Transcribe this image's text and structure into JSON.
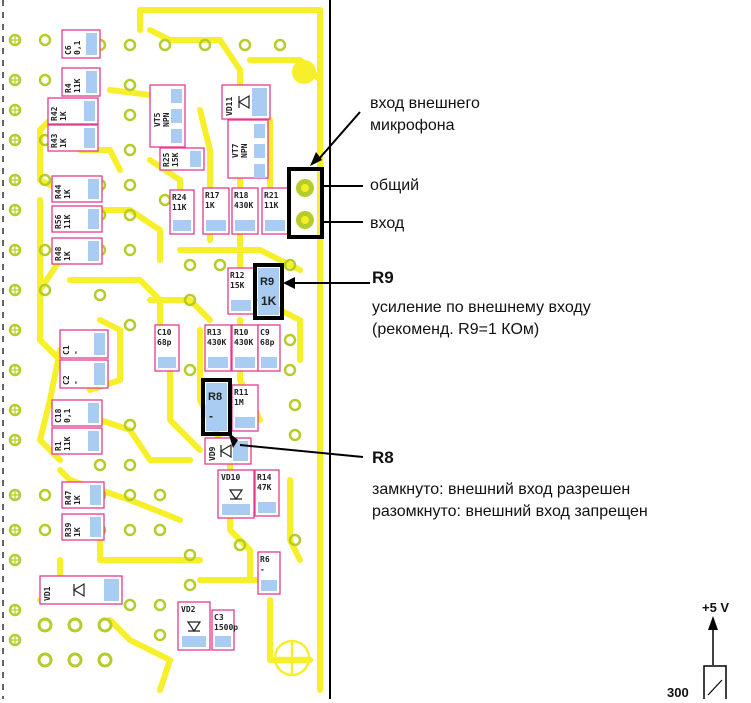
{
  "labels": {
    "ext_mic": [
      "вход внешнего",
      "микрофона"
    ],
    "common": "общий",
    "input": "вход",
    "r9_title": "R9",
    "r9_desc": [
      "усиление по внешнему входу",
      "(рекоменд. R9=1 КОм)"
    ],
    "r8_title": "R8",
    "r8_desc": [
      "замкнуто: внешний вход разрешен",
      "разомкнуто: внешний вход запрещен"
    ],
    "vcc": "+5 V",
    "r_bottom": "300"
  },
  "components": [
    {
      "name": "C6",
      "value": "0,1"
    },
    {
      "name": "R4",
      "value": "11K"
    },
    {
      "name": "R42",
      "value": "1K"
    },
    {
      "name": "R43",
      "value": "1K"
    },
    {
      "name": "VT5",
      "value": "NPN"
    },
    {
      "name": "VD11",
      "value": ""
    },
    {
      "name": "VT7",
      "value": "NPN"
    },
    {
      "name": "R25",
      "value": "15K"
    },
    {
      "name": "R44",
      "value": "1K"
    },
    {
      "name": "R24",
      "value": "11K"
    },
    {
      "name": "R17",
      "value": "1K"
    },
    {
      "name": "R18",
      "value": "430K"
    },
    {
      "name": "R21",
      "value": "11K"
    },
    {
      "name": "R56",
      "value": "11K"
    },
    {
      "name": "R48",
      "value": "1K"
    },
    {
      "name": "R12",
      "value": "15K"
    },
    {
      "name": "R9",
      "value": "1K"
    },
    {
      "name": "C10",
      "value": "68p"
    },
    {
      "name": "R13",
      "value": "430K"
    },
    {
      "name": "R10",
      "value": "430K"
    },
    {
      "name": "C9",
      "value": "68p"
    },
    {
      "name": "C1",
      "value": "-"
    },
    {
      "name": "C2",
      "value": "-"
    },
    {
      "name": "R8",
      "value": "-"
    },
    {
      "name": "R11",
      "value": "1M"
    },
    {
      "name": "C18",
      "value": "0,1"
    },
    {
      "name": "R1",
      "value": "11K"
    },
    {
      "name": "VD9",
      "value": ""
    },
    {
      "name": "VD10",
      "value": ""
    },
    {
      "name": "R14",
      "value": "47K"
    },
    {
      "name": "R47",
      "value": "1K"
    },
    {
      "name": "R39",
      "value": "1K"
    },
    {
      "name": "R6",
      "value": "-"
    },
    {
      "name": "VD1",
      "value": ""
    },
    {
      "name": "VD2",
      "value": ""
    },
    {
      "name": "C3",
      "value": "1500p"
    }
  ],
  "colors": {
    "trace": "#f7ef2a",
    "pad": "#a9cdf2",
    "outline": "#e33b8f",
    "via": "#b6cc2a",
    "board_edge": "#000000",
    "highlight": "#000000"
  }
}
